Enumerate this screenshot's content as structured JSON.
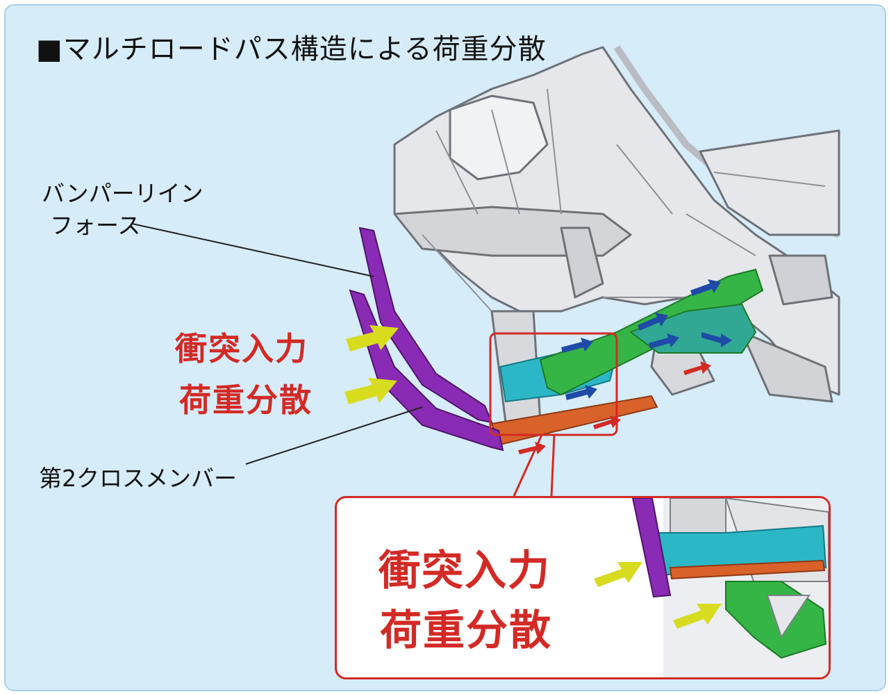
{
  "title": "■マルチロードパス構造による荷重分散",
  "labels": {
    "bumper_line1": "バンパーリイン",
    "bumper_line2": "フォース",
    "cross_member": "第2クロスメンバー"
  },
  "callouts": {
    "main_line1": "衝突入力",
    "main_line2": "荷重分散",
    "inset_line1": "衝突入力",
    "inset_line2": "荷重分散"
  },
  "colors": {
    "background": "#d6ecf8",
    "accent_red": "#d32a25",
    "bumper_purple": "#8a2bb5",
    "member_green": "#35b545",
    "member_cyan": "#2cb7c6",
    "member_orange": "#d9622a",
    "arrow_yellow": "#d8dc1f",
    "arrow_blue": "#1f4aa8"
  },
  "icons": [
    "yellow-input-arrow",
    "blue-load-arrow",
    "red-load-arrow",
    "zoom-frame"
  ]
}
